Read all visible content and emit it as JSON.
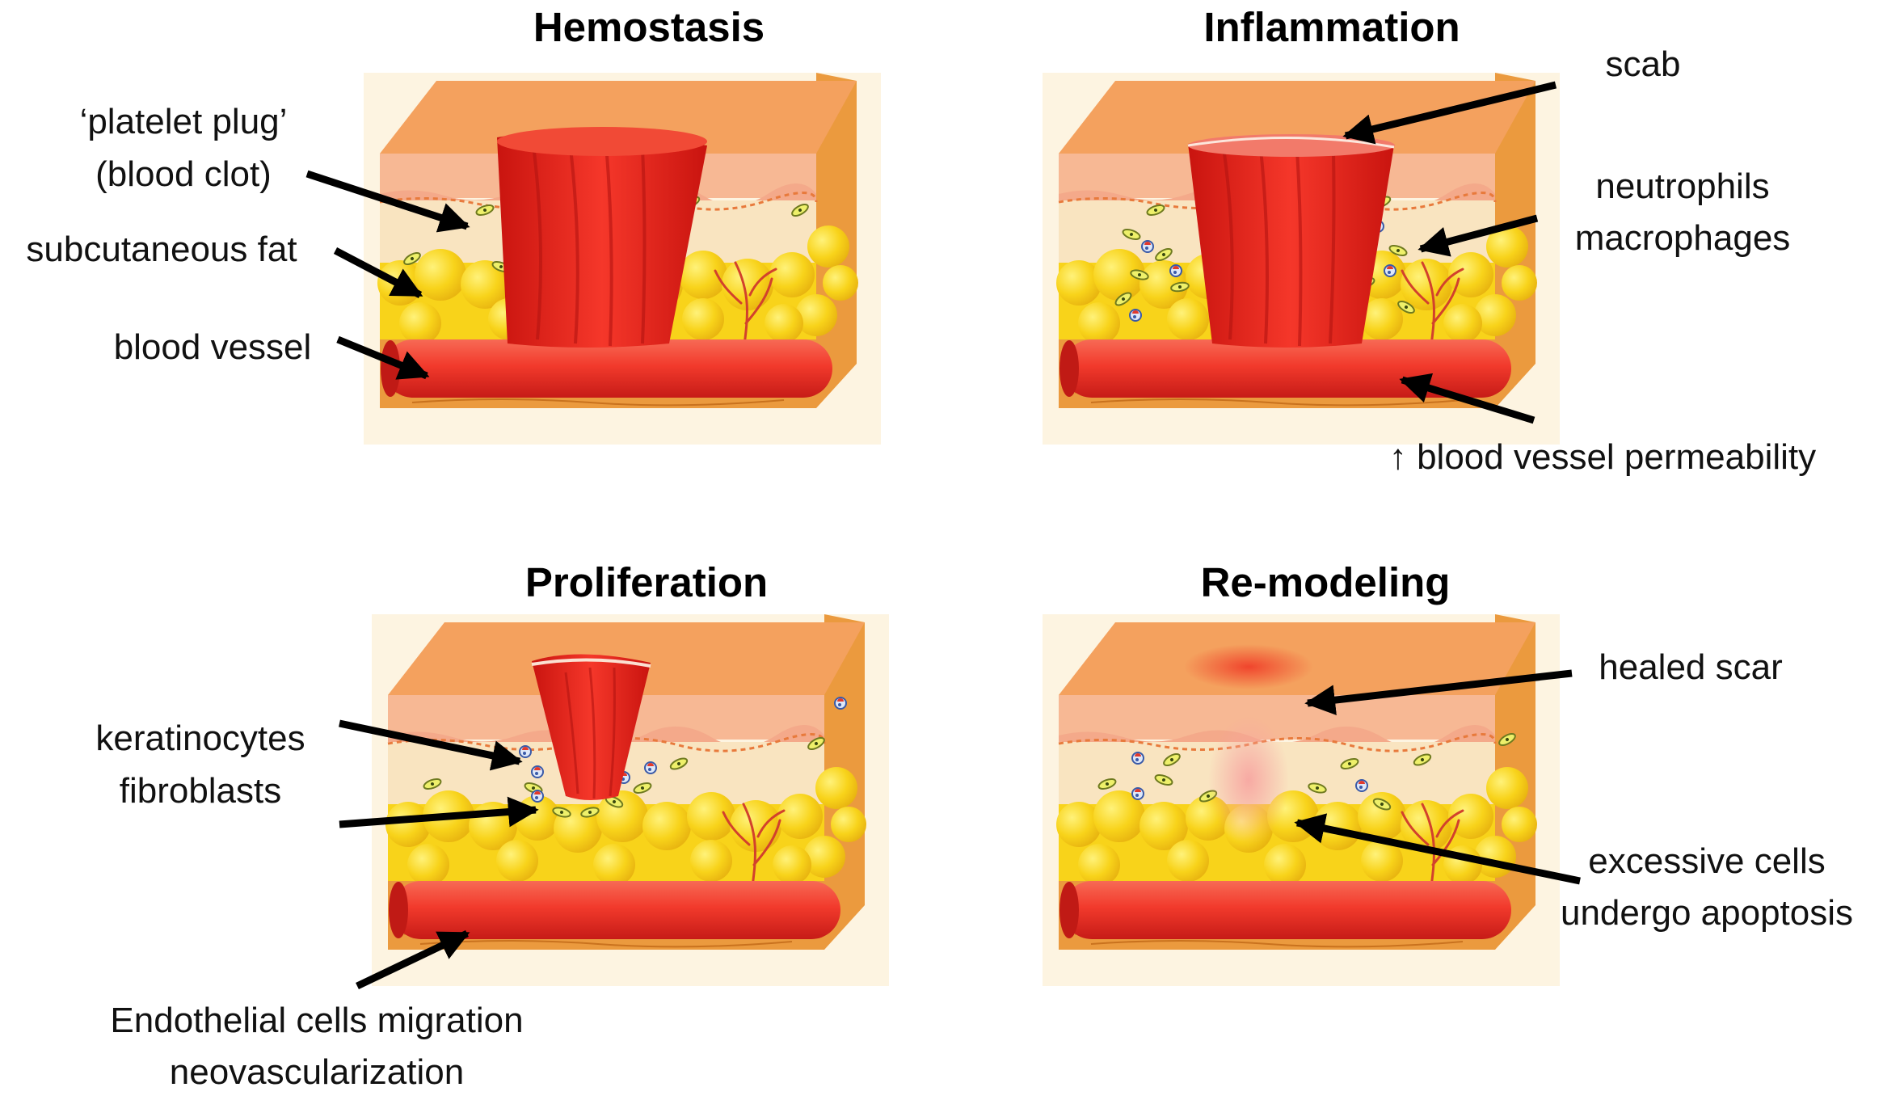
{
  "panels": [
    {
      "title": "Hemostasis"
    },
    {
      "title": "Inflammation"
    },
    {
      "title": "Proliferation"
    },
    {
      "title": "Re-modeling"
    }
  ],
  "labels": {
    "platelet_plug_1": "‘platelet plug’",
    "platelet_plug_2": "(blood clot)",
    "subcutaneous_fat": "subcutaneous fat",
    "blood_vessel": "blood vessel",
    "scab": "scab",
    "neutrophils": "neutrophils",
    "macrophages": "macrophages",
    "permeability": "↑ blood vessel permeability",
    "keratinocytes": "keratinocytes",
    "fibroblasts": "fibroblasts",
    "endothelial": "Endothelial cells migration",
    "neovascularization": "neovascularization",
    "healed_scar": "healed scar",
    "excessive_cells": "excessive cells",
    "apoptosis": "undergo apoptosis"
  },
  "colors": {
    "clot": "#e8231c",
    "vessel": "#f23a2c",
    "fat": "#f7d21a",
    "dermis": "#f8e3bd",
    "epidermis": "#f6b48c",
    "top_skin": "#f4a15e",
    "side": "#eb9a3e"
  }
}
